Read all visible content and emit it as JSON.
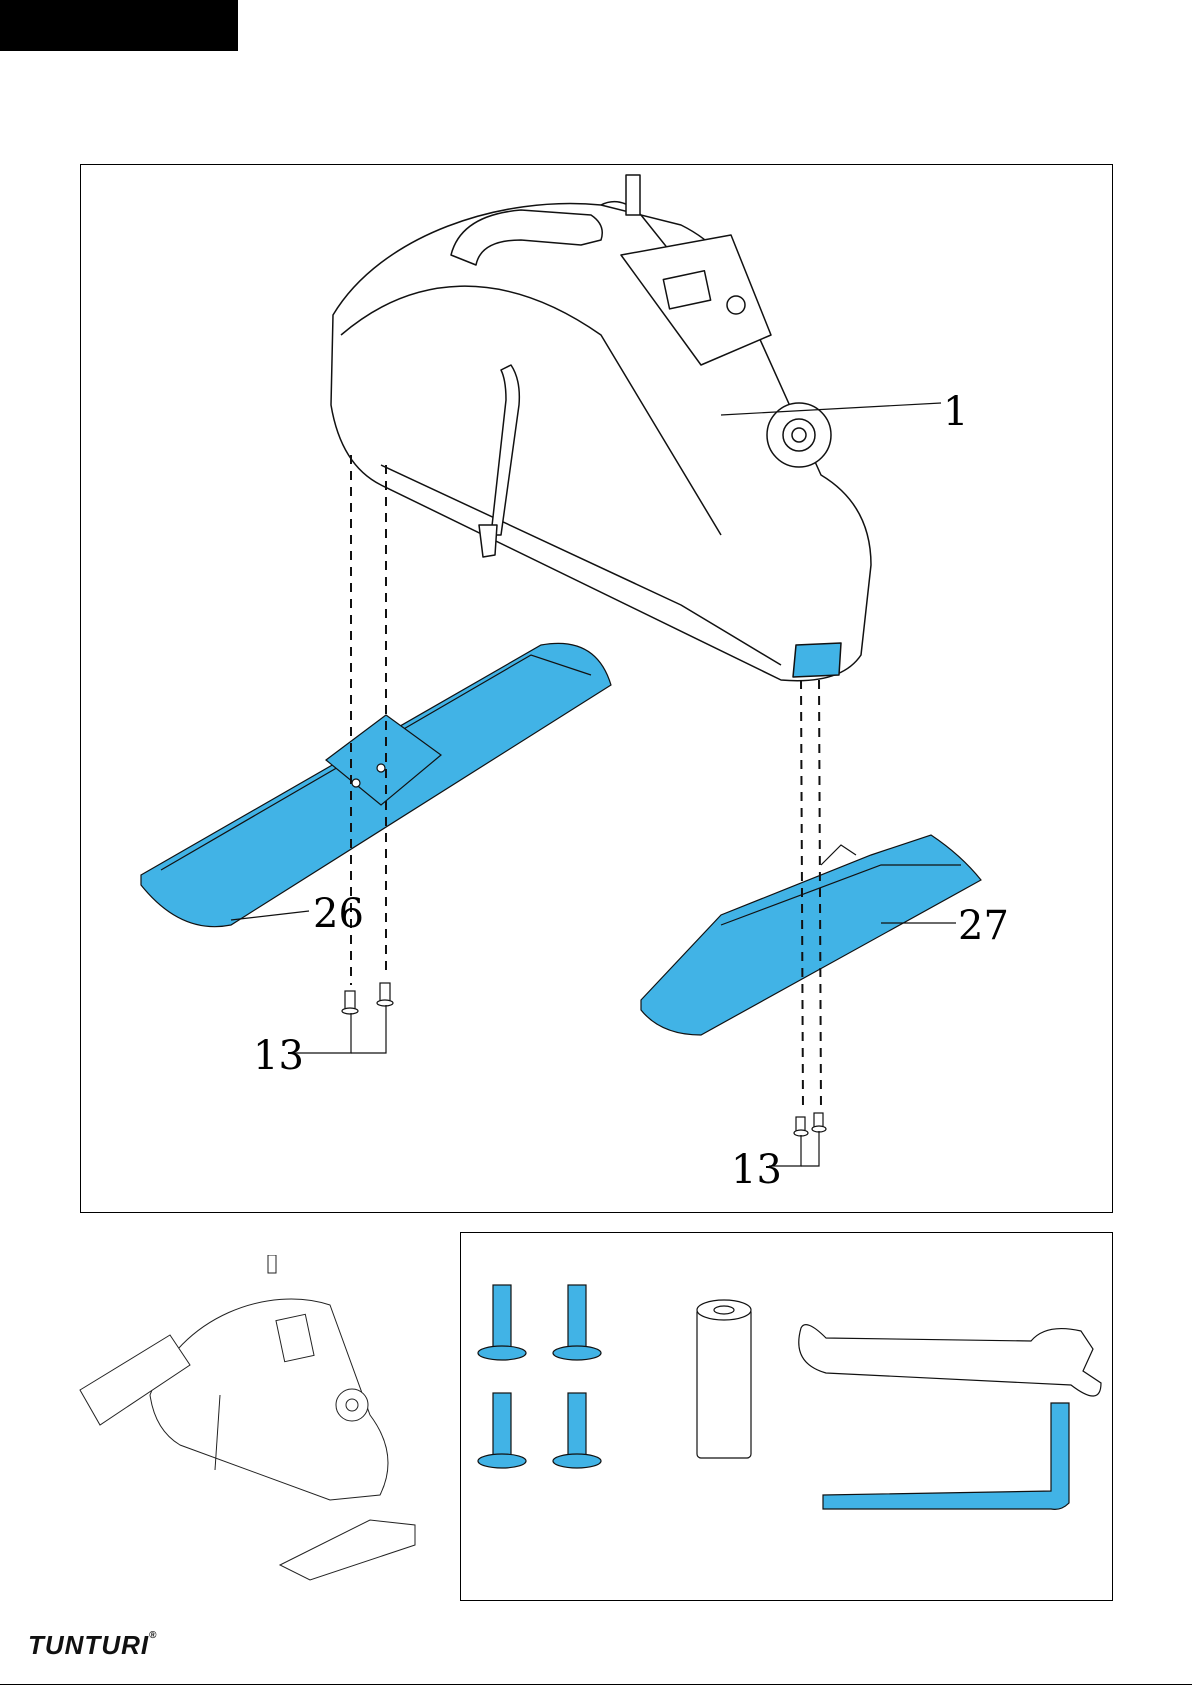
{
  "labels": {
    "main_unit": "1",
    "front_stabilizer": "26",
    "rear_stabilizer": "27",
    "bolts_front": "13",
    "bolts_rear": "13"
  },
  "brand": {
    "name": "TUNTURI",
    "mark": "®"
  },
  "colors": {
    "highlight": "#41b3e6",
    "line": "#111111"
  }
}
